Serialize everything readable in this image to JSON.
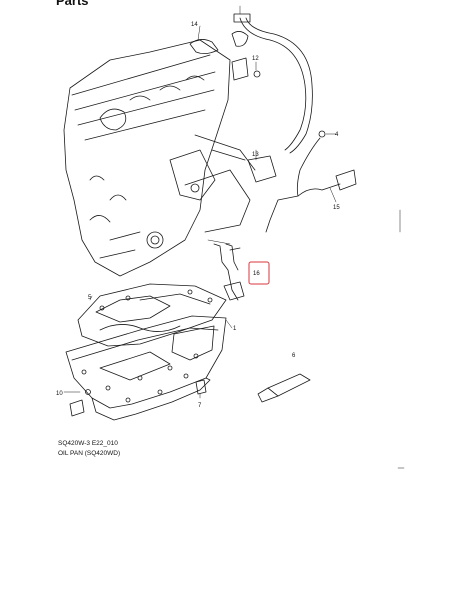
{
  "title_fragment": "Parts",
  "callouts": {
    "c1": "1",
    "c4": "4",
    "c5": "5",
    "c6": "6",
    "c7": "7",
    "c10": "10",
    "c12": "12",
    "c13": "13",
    "c14": "14",
    "c15": "15",
    "c16": "16"
  },
  "caption": {
    "code": "SQ420W-3 E22_010",
    "name": "OIL PAN (SQ420WD)"
  },
  "colors": {
    "line": "#1a1a1a",
    "highlight_box": "#d9363e"
  }
}
